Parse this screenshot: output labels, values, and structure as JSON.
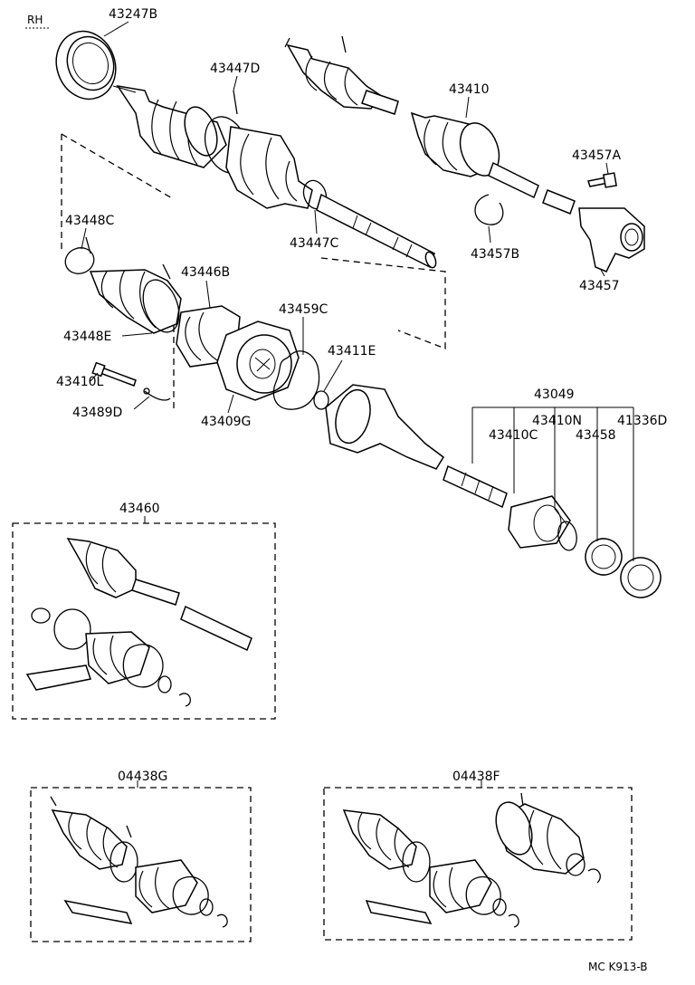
{
  "header": {
    "side_label": "RH"
  },
  "part_labels": {
    "p43247B": "43247B",
    "p43447D": "43447D",
    "p43410": "43410",
    "p43457A": "43457A",
    "p43448C": "43448C",
    "p43447C": "43447C",
    "p43457B": "43457B",
    "p43446B": "43446B",
    "p43457": "43457",
    "p43459C": "43459C",
    "p43448E": "43448E",
    "p43411E": "43411E",
    "p43410L": "43410L",
    "p43489D": "43489D",
    "p43409G": "43409G",
    "p43049": "43049",
    "p43410N": "43410N",
    "p41336D": "41336D",
    "p43410C": "43410C",
    "p43458": "43458",
    "p43460": "43460",
    "p04438G": "04438G",
    "p04438F": "04438F"
  },
  "footer": {
    "diagram_code": "MC K913-B"
  }
}
